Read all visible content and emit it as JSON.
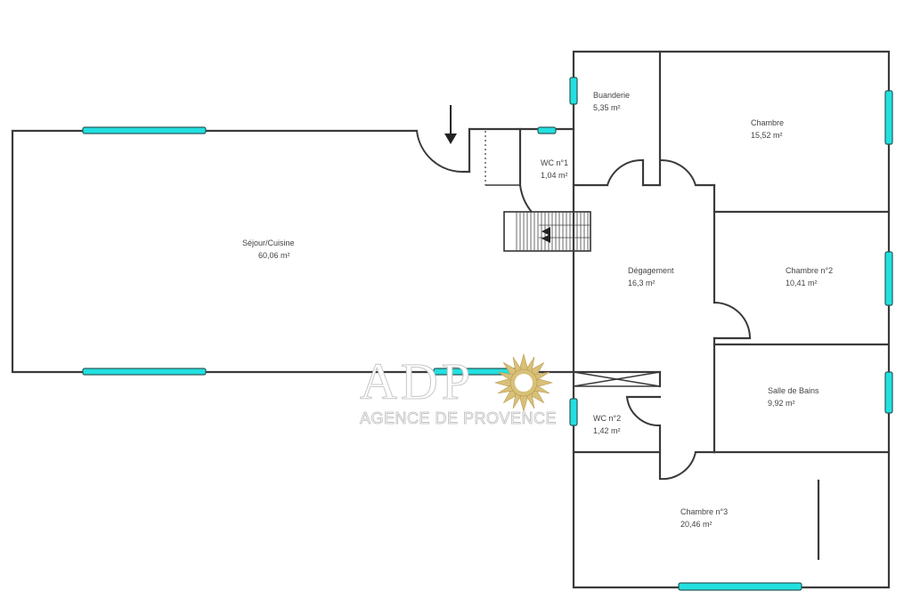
{
  "plan": {
    "rooms": [
      {
        "id": "sejour",
        "name": "Séjour/Cuisine",
        "area": "60,06  m²"
      },
      {
        "id": "buanderie",
        "name": "Buanderie",
        "area": "5,35  m²"
      },
      {
        "id": "wc1",
        "name": "WC n°1",
        "area": "1,04  m²"
      },
      {
        "id": "chambre",
        "name": "Chambre",
        "area": "15,52  m²"
      },
      {
        "id": "degagement",
        "name": "Dégagement",
        "area": "16,3  m²"
      },
      {
        "id": "chambre2",
        "name": "Chambre n°2",
        "area": "10,41  m²"
      },
      {
        "id": "sdb",
        "name": "Salle de Bains",
        "area": "9,92  m²"
      },
      {
        "id": "wc2",
        "name": "WC n°2",
        "area": "1,42  m²"
      },
      {
        "id": "chambre3",
        "name": "Chambre n°3",
        "area": "20,46  m²"
      }
    ],
    "entrance_icon": "arrow-down-icon",
    "window_color": "#22e0e0",
    "wall_color": "#3a3a3a"
  },
  "watermark": {
    "logo_letters": "ADP",
    "agency_name": "AGENCE DE PROVENCE",
    "icon": "sun-icon",
    "sun_color": "#d8c078"
  }
}
